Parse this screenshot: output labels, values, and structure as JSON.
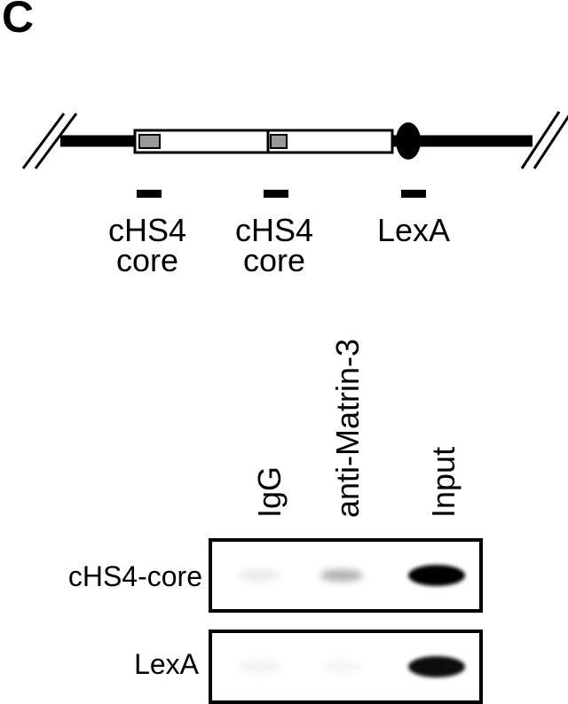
{
  "panel_label": "C",
  "construct": {
    "elements": [
      "cHS4 core",
      "cHS4 core",
      "LexA"
    ],
    "labels": [
      {
        "line1": "cHS4",
        "line2": "core"
      },
      {
        "line1": "cHS4",
        "line2": "core"
      },
      {
        "line1": "LexA",
        "line2": ""
      }
    ]
  },
  "gel": {
    "lanes": [
      "IgG",
      "anti-Matrin-3",
      "Input"
    ],
    "rows": [
      {
        "label": "cHS4-core",
        "band_intensity": [
          0.08,
          0.3,
          1.0
        ]
      },
      {
        "label": "LexA",
        "band_intensity": [
          0.05,
          0.04,
          0.95
        ]
      }
    ]
  },
  "colors": {
    "line": "#000000",
    "core_marker": "#999999",
    "background": "#ffffff"
  }
}
